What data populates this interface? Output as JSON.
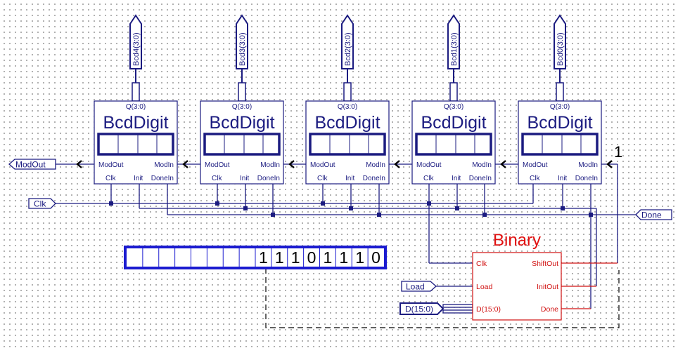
{
  "bcd_digits": [
    {
      "title": "BcdDigit",
      "output_bus": "Bcd4(3:0)",
      "q_label": "Q(3:0)",
      "mod_out": "ModOut",
      "mod_in": "ModIn",
      "clk": "Clk",
      "init": "Init",
      "done_in": "DoneIn"
    },
    {
      "title": "BcdDigit",
      "output_bus": "Bcd3(3:0)",
      "q_label": "Q(3:0)",
      "mod_out": "ModOut",
      "mod_in": "ModIn",
      "clk": "Clk",
      "init": "Init",
      "done_in": "DoneIn"
    },
    {
      "title": "BcdDigit",
      "output_bus": "Bcd2(3:0)",
      "q_label": "Q(3:0)",
      "mod_out": "ModOut",
      "mod_in": "ModIn",
      "clk": "Clk",
      "init": "Init",
      "done_in": "DoneIn"
    },
    {
      "title": "BcdDigit",
      "output_bus": "Bcd1(3:0)",
      "q_label": "Q(3:0)",
      "mod_out": "ModOut",
      "mod_in": "ModIn",
      "clk": "Clk",
      "init": "Init",
      "done_in": "DoneIn"
    },
    {
      "title": "BcdDigit",
      "output_bus": "Bcd0(3:0)",
      "q_label": "Q(3:0)",
      "mod_out": "ModOut",
      "mod_in": "ModIn",
      "clk": "Clk",
      "init": "Init",
      "done_in": "DoneIn"
    }
  ],
  "ports": {
    "mod_out": "ModOut",
    "clk": "Clk",
    "done": "Done",
    "load": "Load",
    "data": "D(15:0)"
  },
  "constant_one": "1",
  "binary": {
    "title": "Binary",
    "clk": "Clk",
    "load": "Load",
    "data": "D(15:0)",
    "shift_out": "ShiftOut",
    "init_out": "InitOut",
    "done": "Done"
  },
  "shift_register": {
    "bits": [
      "",
      "",
      "",
      "",
      "",
      "",
      "",
      "",
      "1",
      "1",
      "1",
      "0",
      "1",
      "1",
      "1",
      "0"
    ]
  }
}
